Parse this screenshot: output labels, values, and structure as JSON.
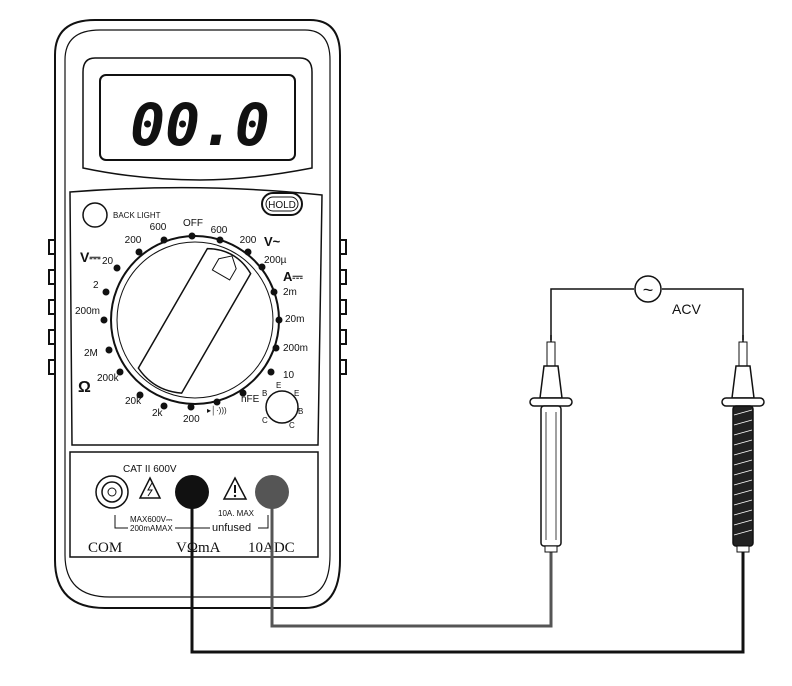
{
  "meter": {
    "display_value": "00.0",
    "hold_label": "HOLD",
    "backlight_label": "BACK LIGHT",
    "dial": {
      "off": "OFF",
      "v_dc_symbol": "V⎓",
      "v_dc_20": "20",
      "v_ac_symbol": "V~",
      "a_dc_symbol": "A⎓",
      "ohm_symbol": "Ω",
      "top_left_200": "200",
      "top_left_600": "600",
      "top_right_600": "600",
      "top_right_200": "200",
      "r_200u": "200µ",
      "r_2m": "2m",
      "r_20m": "20m",
      "r_200m": "200m",
      "r_10": "10",
      "l_2": "2",
      "l_200m": "200m",
      "l_2M": "2M",
      "l_200k": "200k",
      "b_20k": "20k",
      "b_2k": "2k",
      "b_200": "200",
      "b_diode": "▸│·)))",
      "b_hfe": "hFE"
    },
    "hfe_socket": {
      "e": "E",
      "b": "B",
      "c": "C"
    },
    "cat_rating": "CAT II 600V",
    "max_voltage": "MAX600V⎓",
    "max_current": "200mAMAX",
    "ten_a_max": "10A. MAX",
    "unfused": "unfused",
    "jacks": {
      "com": "COM",
      "vma": "VΩmA",
      "tenadc": "10ADC"
    }
  },
  "source": {
    "symbol": "~",
    "label": "ACV"
  },
  "colors": {
    "ink": "#111111",
    "probe_gray": "#555555",
    "panel": "#ffffff"
  }
}
